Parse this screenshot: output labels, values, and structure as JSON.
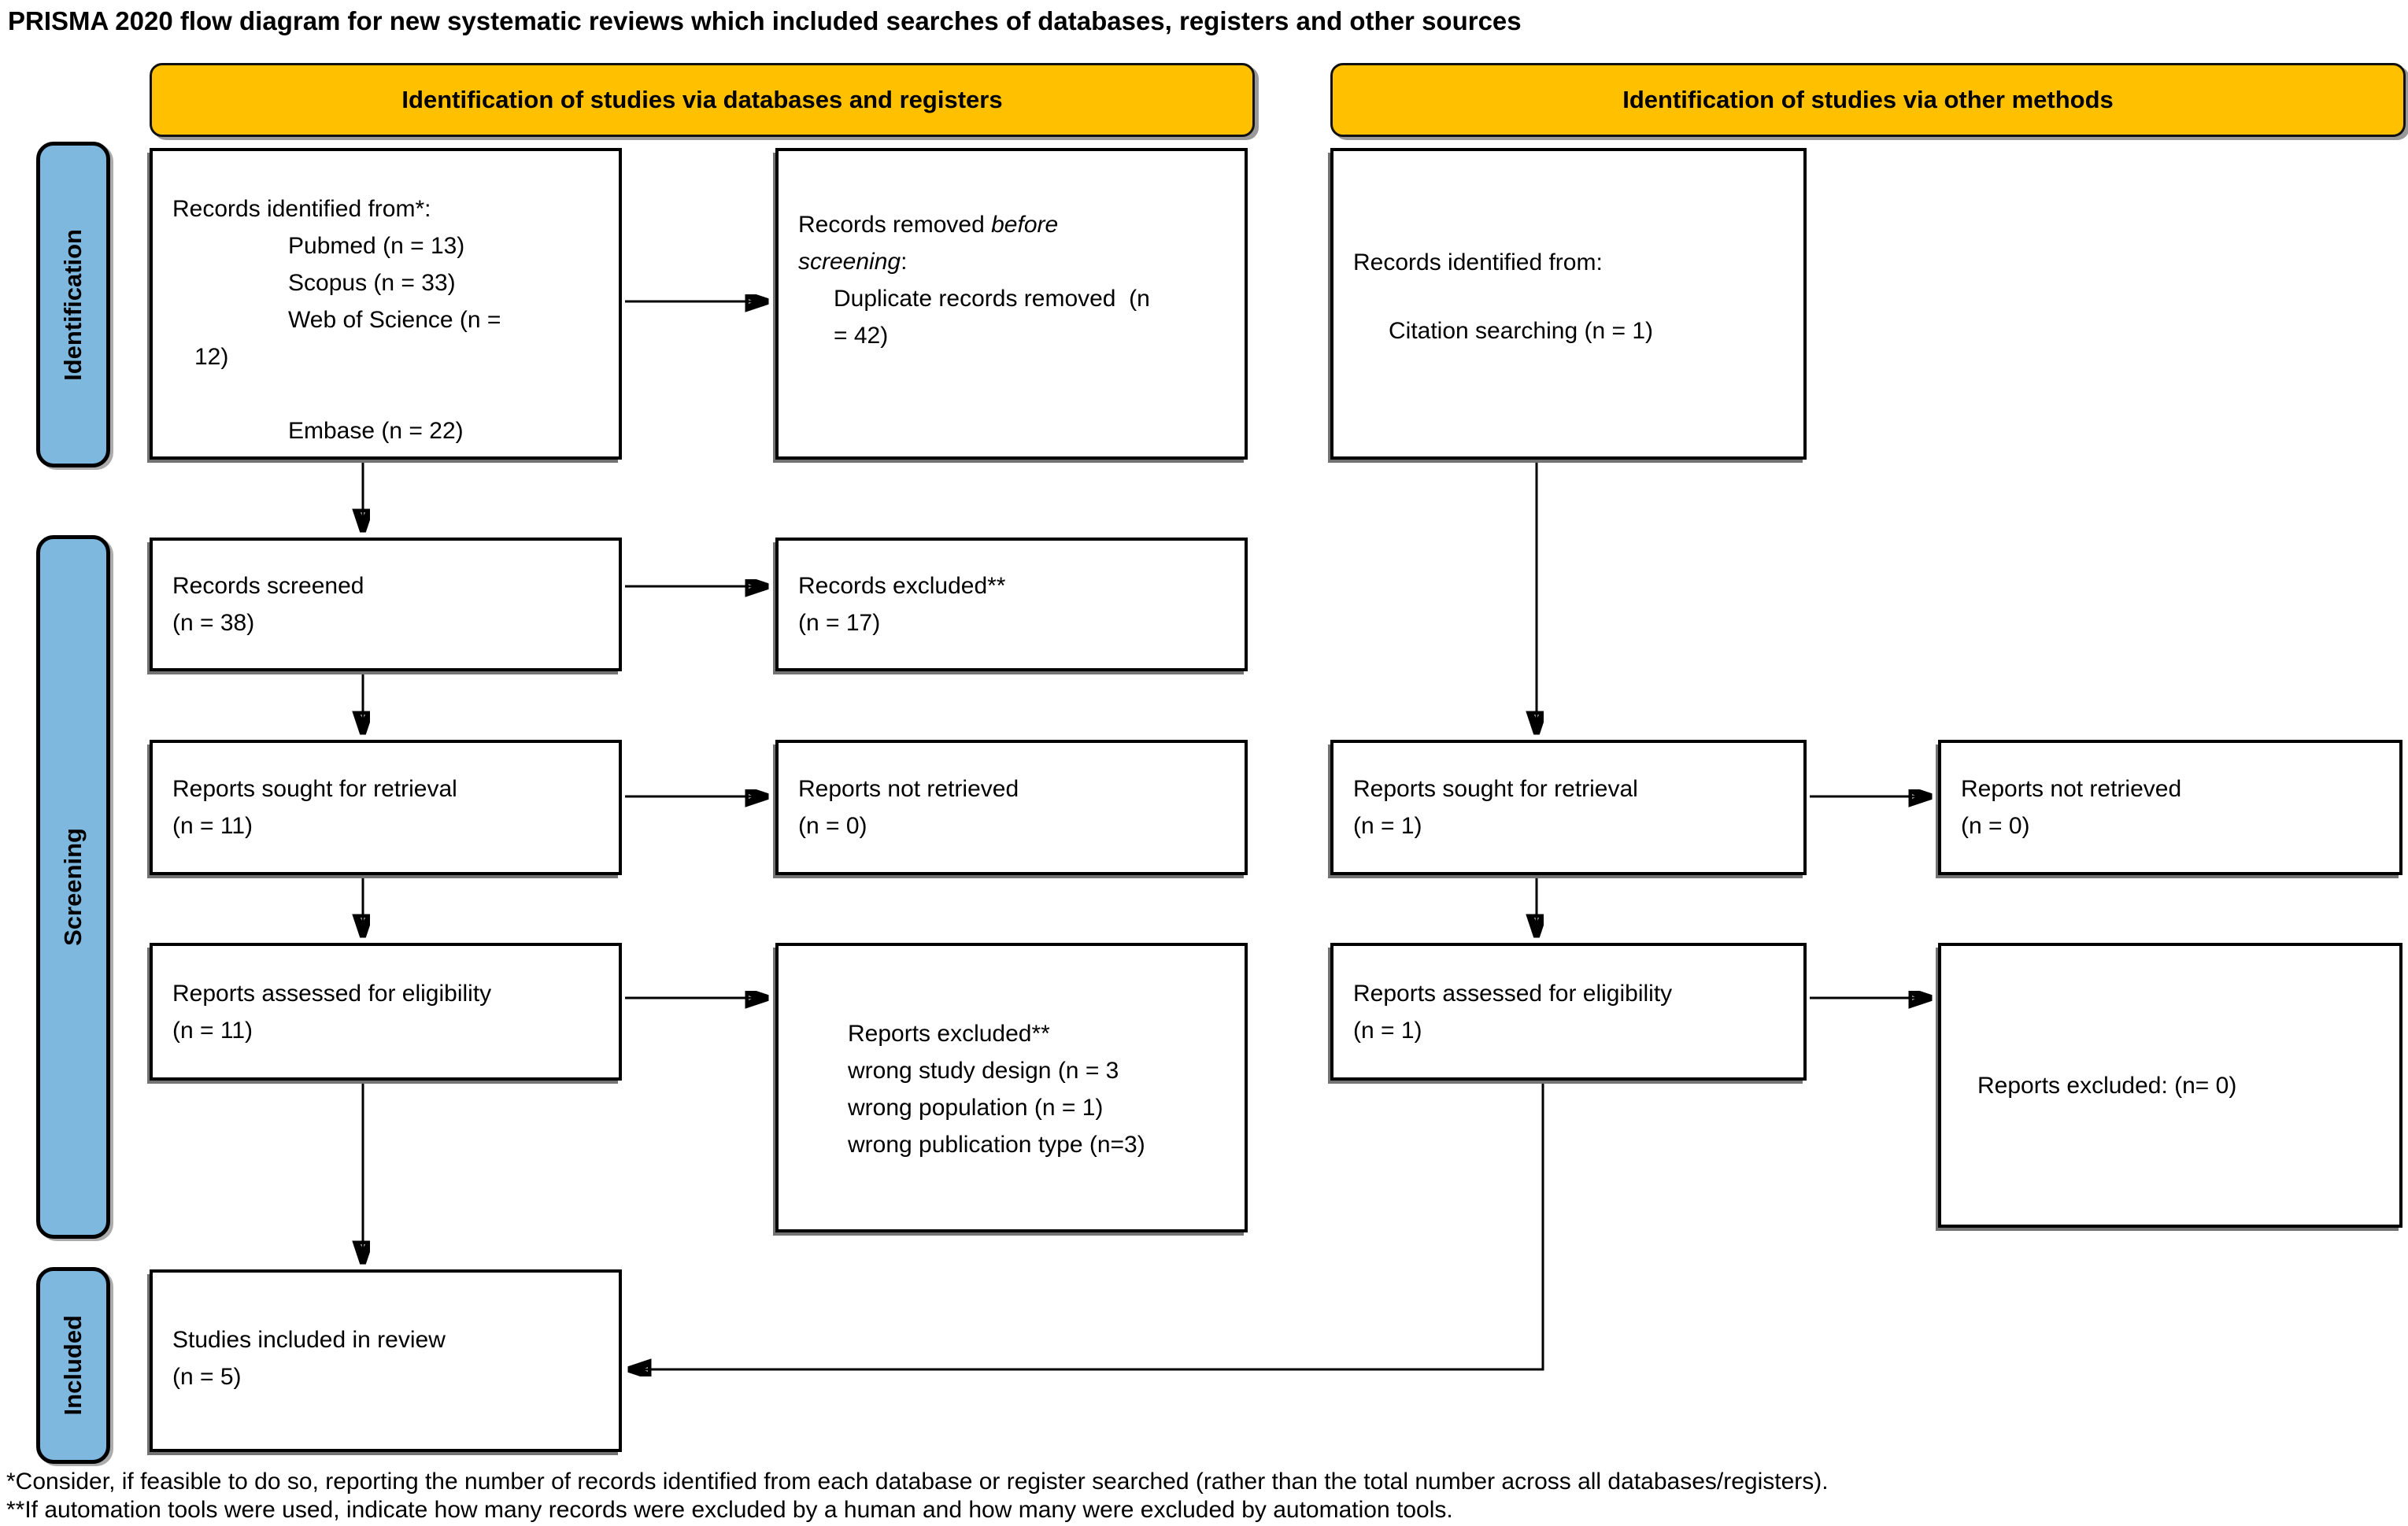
{
  "title": "PRISMA 2020 flow diagram for new systematic reviews which included searches of databases, registers and other sources",
  "headers": {
    "left": "Identification of studies via databases and registers",
    "right": "Identification of studies via other methods"
  },
  "sidebar": {
    "identification": "Identification",
    "screening": "Screening",
    "included": "Included"
  },
  "colors": {
    "header_bg": "#FFC000",
    "sidebar_bg": "#7EB8DF",
    "box_border": "#000000",
    "box_bg": "#FFFFFF"
  },
  "boxes": {
    "records_identified": {
      "intro": "Records identified from*:",
      "item1": "Pubmed (n = 13)",
      "item2": "Scopus (n = 33)",
      "item3": "Web of Science (n =",
      "item3_wrap": "12)",
      "item4": "Embase (n = 22)"
    },
    "records_removed": {
      "l1_normal": "Records removed ",
      "l1_italic": "before",
      "l2_italic": "screening",
      "l2_normal": ":",
      "item1": "Duplicate records removed  (n",
      "item1_wrap": "= 42)"
    },
    "records_other": {
      "intro": "Records identified from:",
      "item1": "Citation searching (n = 1)"
    },
    "records_screened": {
      "l1": "Records screened",
      "l2": "(n = 38)"
    },
    "records_excluded": {
      "l1": "Records excluded**",
      "l2": "(n = 17)"
    },
    "reports_sought_db": {
      "l1": "Reports sought for retrieval",
      "l2": "(n = 11)"
    },
    "reports_not_retrieved_db": {
      "l1": "Reports not retrieved",
      "l2": "(n = 0)"
    },
    "reports_sought_other": {
      "l1": "Reports sought for retrieval",
      "l2": "(n = 1)"
    },
    "reports_not_retrieved_other": {
      "l1": "Reports not retrieved",
      "l2": "(n = 0)"
    },
    "reports_assessed_db": {
      "l1": "Reports assessed for eligibility",
      "l2": "(n = 11)"
    },
    "reports_excluded_db": {
      "l1": "Reports excluded**",
      "l2": "wrong study design (n = 3",
      "l3": "wrong population (n = 1)",
      "l4": "wrong publication type (n=3)"
    },
    "reports_assessed_other": {
      "l1": "Reports assessed for eligibility",
      "l2": "(n = 1)"
    },
    "reports_excluded_other": {
      "l1": "Reports excluded: (n= 0)"
    },
    "studies_included": {
      "l1": "Studies included in review",
      "l2": "(n = 5)"
    }
  },
  "footnotes": {
    "line1": "*Consider, if feasible to do so, reporting the number of records identified from each database or register searched (rather than the total number across all databases/registers).",
    "line2": "**If automation tools were used, indicate how many records were excluded by a human and how many were excluded by automation tools."
  }
}
